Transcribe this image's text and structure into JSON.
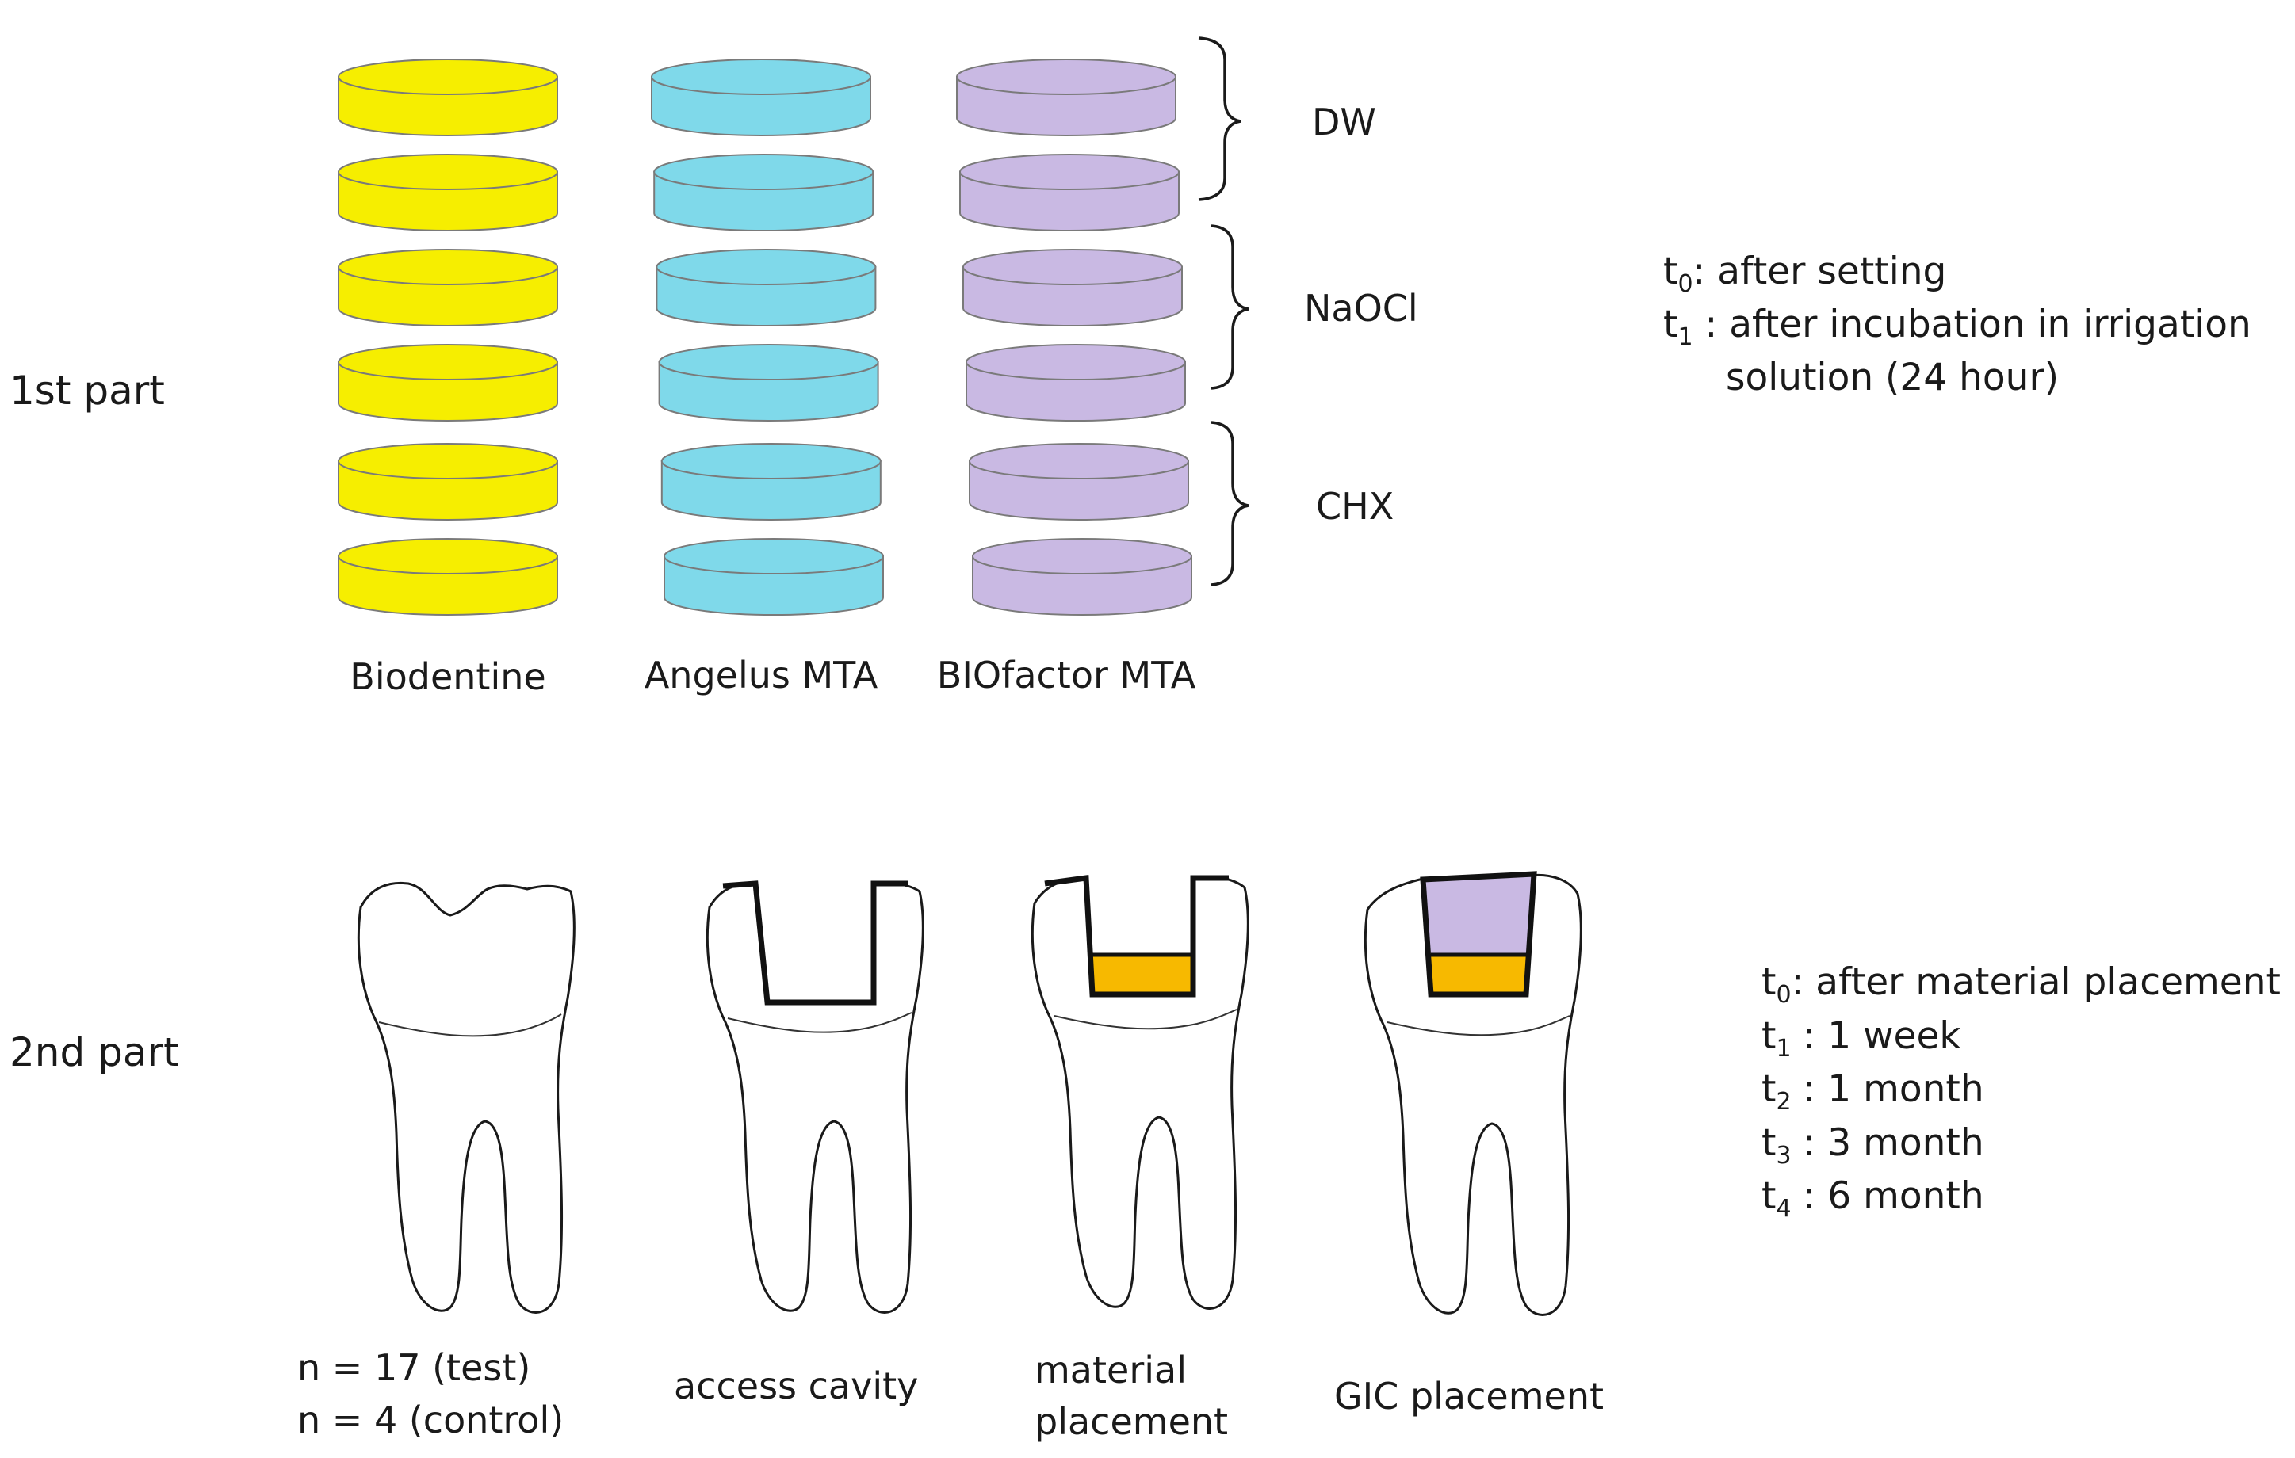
{
  "colors": {
    "biodentine": "#f6ee00",
    "angelus_mta": "#7fd9ea",
    "biofactor_mta": "#c9b9e3",
    "material_fill": "#f7b900",
    "gic_fill": "#c9b9e3"
  },
  "part1": {
    "title": "1st part",
    "materials": [
      {
        "name": "Biodentine",
        "color": "#f6ee00"
      },
      {
        "name": "Angelus MTA",
        "color": "#7fd9ea"
      },
      {
        "name": "BIOfactor MTA",
        "color": "#c9b9e3"
      }
    ],
    "solutions": [
      "DW",
      "NaOCl",
      "CHX"
    ],
    "timepoints": [
      {
        "sym": "t",
        "sub": "0",
        "text": ":  after setting"
      },
      {
        "sym": "t",
        "sub": "1",
        "text": " : after incubation in irrigation"
      }
    ],
    "timepoint_continuation": "solution (24 hour)"
  },
  "part2": {
    "title": "2nd part",
    "steps": [
      {
        "lines": [
          "n = 17 (test)",
          "n = 4 (control)"
        ]
      },
      {
        "lines": [
          "access cavity"
        ]
      },
      {
        "lines": [
          "material",
          "placement"
        ]
      },
      {
        "lines": [
          "GIC placement"
        ]
      }
    ],
    "timepoints": [
      {
        "sym": "t",
        "sub": "0",
        "text": ":  after material placement"
      },
      {
        "sym": "t",
        "sub": "1",
        "text": " : 1 week"
      },
      {
        "sym": "t",
        "sub": "2",
        "text": " : 1 month"
      },
      {
        "sym": "t",
        "sub": "3",
        "text": " : 3 month"
      },
      {
        "sym": "t",
        "sub": "4",
        "text": " : 6 month"
      }
    ]
  }
}
